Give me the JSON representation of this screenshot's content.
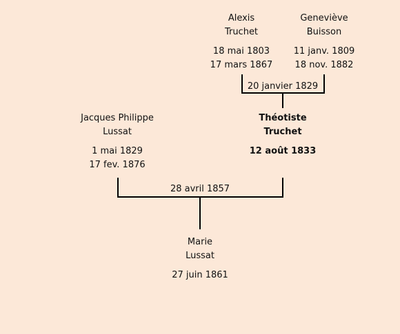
{
  "people": {
    "alexis": {
      "first": "Alexis",
      "last": "Truchet",
      "birth": "18 mai 1803",
      "death": "17 mars 1867"
    },
    "genevieve": {
      "first": "Geneviève",
      "last": "Buisson",
      "birth": "11 janv. 1809",
      "death": "18 nov. 1882"
    },
    "jacques": {
      "first": "Jacques Philippe",
      "last": "Lussat",
      "birth": "1 mai 1829",
      "death": "17 fev. 1876"
    },
    "theotiste": {
      "first": "Théotiste",
      "last": "Truchet",
      "birth": "12 août 1833"
    },
    "marie": {
      "first": "Marie",
      "last": "Lussat",
      "birth": "27 juin 1861"
    }
  },
  "marriages": {
    "alexis_genevieve": "20 janvier 1829",
    "jacques_theotiste": "28 avril 1857"
  }
}
